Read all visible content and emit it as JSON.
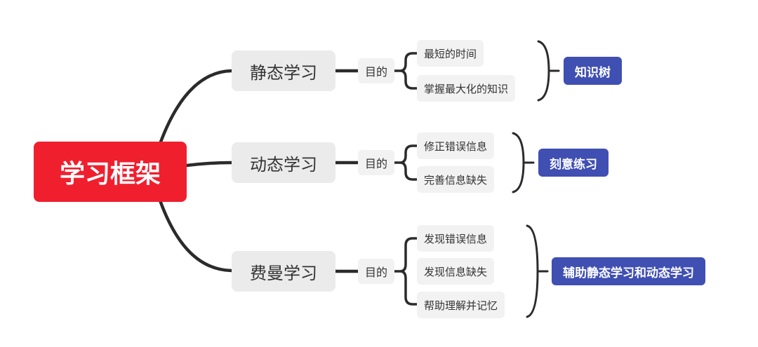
{
  "root": {
    "label": "学习框架"
  },
  "branches": [
    {
      "label": "静态学习",
      "purpose": "目的",
      "items": [
        "最短的时间",
        "掌握最大化的知识"
      ],
      "summary": "知识树"
    },
    {
      "label": "动态学习",
      "purpose": "目的",
      "items": [
        "修正错误信息",
        "完善信息缺失"
      ],
      "summary": "刻意练习"
    },
    {
      "label": "费曼学习",
      "purpose": "目的",
      "items": [
        "发现错误信息",
        "发现信息缺失",
        "帮助理解并记忆"
      ],
      "summary": "辅助静态学习和动态学习"
    }
  ],
  "colors": {
    "root": "#f01f2e",
    "branch_bg": "#ebebeb",
    "leaf_bg": "#f2f2f2",
    "summary_bg": "#3f4fb2",
    "connector": "#2b2b2b"
  }
}
